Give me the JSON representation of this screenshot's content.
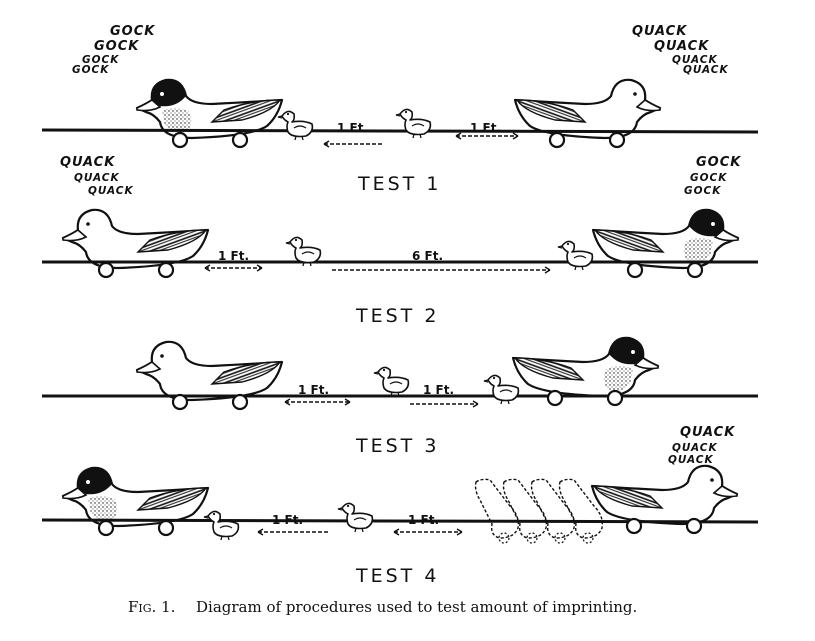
{
  "sounds": {
    "gock": "GOCK",
    "quack": "QUACK"
  },
  "tests": [
    {
      "label": "TEST 1",
      "left_model": "mallard-male",
      "right_model": "mallard-female",
      "left_sound": "GOCK",
      "right_sound": "QUACK",
      "distances": [
        "1 Ft.",
        "1 Ft."
      ]
    },
    {
      "label": "TEST 2",
      "left_model": "mallard-female",
      "right_model": "mallard-male",
      "left_sound": "QUACK",
      "right_sound": "GOCK",
      "distances": [
        "1 Ft.",
        "6 Ft."
      ]
    },
    {
      "label": "TEST 3",
      "left_model": "mallard-female",
      "right_model": "mallard-male",
      "left_sound": "",
      "right_sound": "",
      "distances": [
        "1 Ft.",
        "1 Ft."
      ]
    },
    {
      "label": "TEST 4",
      "left_model": "mallard-male",
      "right_model": "mallard-female",
      "left_sound": "",
      "right_sound": "QUACK",
      "distances": [
        "1 Ft.",
        "1 Ft."
      ]
    }
  ],
  "caption": {
    "prefix": "Fig. 1.",
    "text": "Diagram of procedures used to test amount of imprinting."
  },
  "colors": {
    "ink": "#111111",
    "background": "#ffffff"
  }
}
